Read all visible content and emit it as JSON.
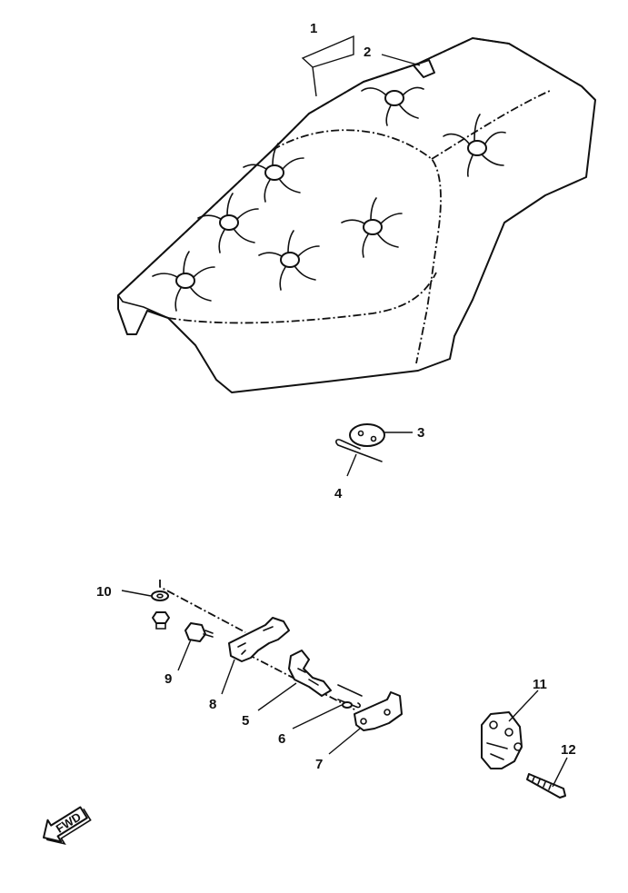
{
  "diagram": {
    "callouts": [
      {
        "id": "1",
        "label": "1"
      },
      {
        "id": "2",
        "label": "2"
      },
      {
        "id": "3",
        "label": "3"
      },
      {
        "id": "4",
        "label": "4"
      },
      {
        "id": "5",
        "label": "5"
      },
      {
        "id": "6",
        "label": "6"
      },
      {
        "id": "7",
        "label": "7"
      },
      {
        "id": "8",
        "label": "8"
      },
      {
        "id": "9",
        "label": "9"
      },
      {
        "id": "10",
        "label": "10"
      },
      {
        "id": "11",
        "label": "11"
      },
      {
        "id": "12",
        "label": "12"
      }
    ],
    "direction_marker": {
      "label": "FWD",
      "icon": "fwd-arrow-icon"
    }
  }
}
